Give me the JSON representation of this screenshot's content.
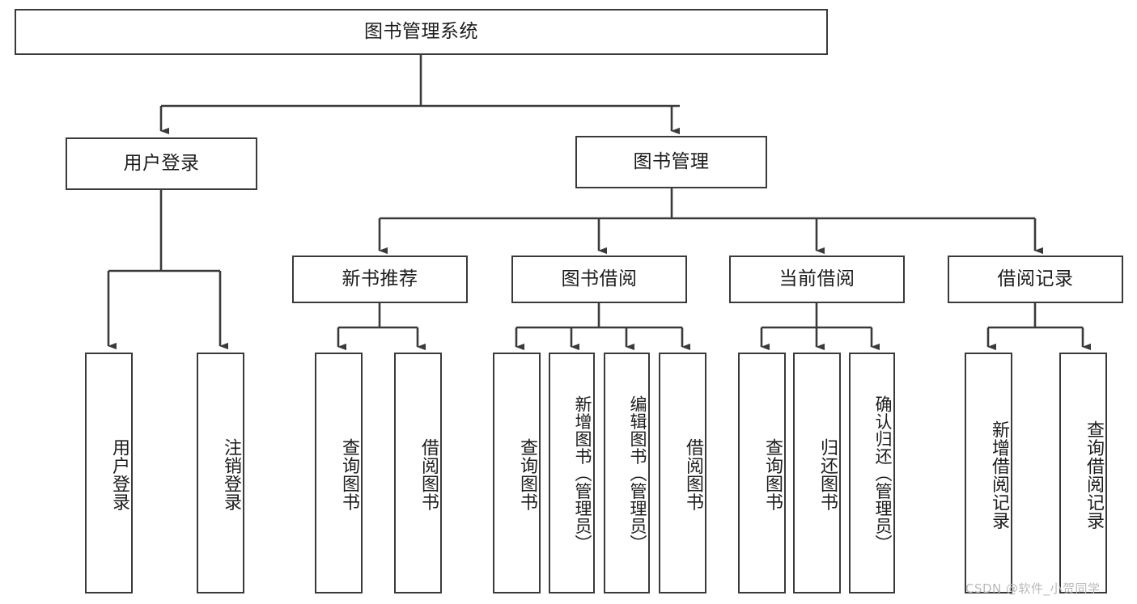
{
  "diagram": {
    "title": "图书管理系统",
    "root": {
      "label": "图书管理系统"
    },
    "level2": [
      {
        "label": "用户登录"
      },
      {
        "label": "图书管理"
      }
    ],
    "level3": [
      {
        "label": "新书推荐"
      },
      {
        "label": "图书借阅"
      },
      {
        "label": "当前借阅"
      },
      {
        "label": "借阅记录"
      }
    ],
    "leaves": {
      "user_login": [
        {
          "label": "用户登录"
        },
        {
          "label": "注销登录"
        }
      ],
      "new_book_recommend": [
        {
          "label": "查询图书"
        },
        {
          "label": "借阅图书"
        }
      ],
      "book_borrow": [
        {
          "label": "查询图书"
        },
        {
          "label": "新增图书（管理员）"
        },
        {
          "label": "编辑图书（管理员）"
        },
        {
          "label": "借阅图书"
        }
      ],
      "current_borrow": [
        {
          "label": "查询图书"
        },
        {
          "label": "归还图书"
        },
        {
          "label": "确认归还（管理员）"
        }
      ],
      "borrow_record": [
        {
          "label": "新增借阅记录"
        },
        {
          "label": "查询借阅记录"
        }
      ]
    }
  },
  "watermark": {
    "text": "CSDN @软件_小贺同学"
  },
  "colors": {
    "stroke": "#3a3a3a",
    "text": "#1c1c1c",
    "background": "#ffffff",
    "watermark": "#b9b9b9"
  }
}
